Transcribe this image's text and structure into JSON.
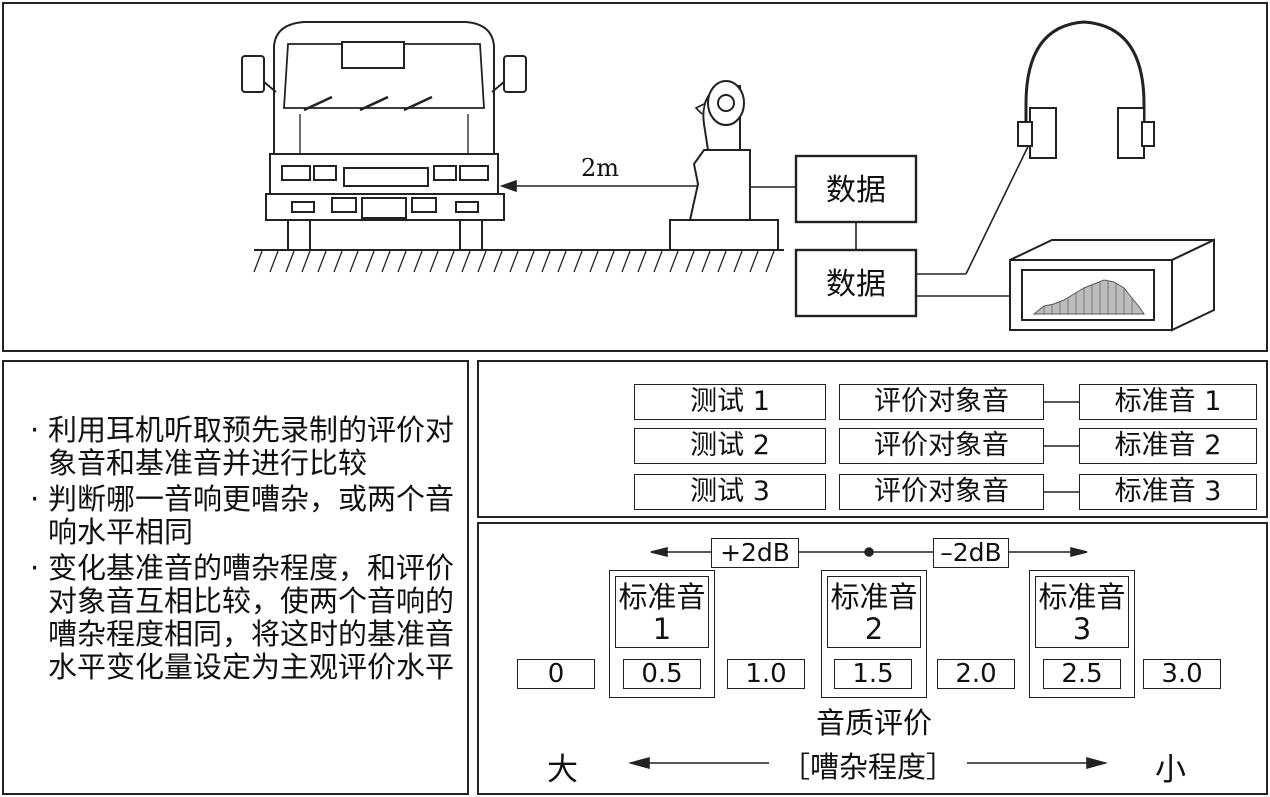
{
  "top": {
    "distance_label": "2m",
    "box1_label": "数据",
    "box2_label": "数据"
  },
  "bullets": [
    "利用耳机听取预先录制的评价对象音和基准音并进行比较",
    "判断哪一音响更嘈杂，或两个音响水平相同",
    "变化基准音的嘈杂程度，和评价对象音互相比较，使两个音响的嘈杂程度相同，将这时的基准音水平变化量设定为主观评价水平"
  ],
  "table": {
    "rows": [
      {
        "test": "测试 1",
        "object": "评价对象音",
        "standard": "标准音 1"
      },
      {
        "test": "测试 2",
        "object": "评价对象音",
        "standard": "标准音 2"
      },
      {
        "test": "测试 3",
        "object": "评价对象音",
        "standard": "标准音 3"
      }
    ]
  },
  "scale": {
    "plus_label": "+2dB",
    "minus_label": "–2dB",
    "standard_label": "标准音",
    "standard_numbers": [
      "1",
      "2",
      "3"
    ],
    "values": [
      "0",
      "0.5",
      "1.0",
      "1.5",
      "2.0",
      "2.5",
      "3.0"
    ],
    "caption": "音质评价",
    "left_word": "大",
    "right_word": "小",
    "middle_label": "［嘈杂程度］"
  }
}
